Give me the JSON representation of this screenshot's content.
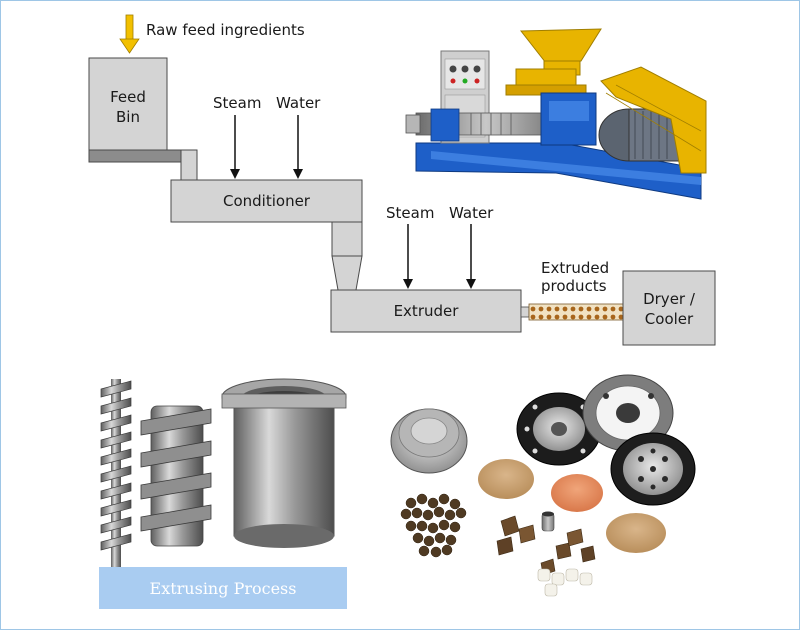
{
  "diagram": {
    "raw_feed_label": "Raw feed ingredients",
    "feed_bin_label": "Feed\nBin",
    "steam_label_1": "Steam",
    "water_label_1": "Water",
    "conditioner_label": "Conditioner",
    "steam_label_2": "Steam",
    "water_label_2": "Water",
    "extruder_label": "Extruder",
    "extruded_products_label": "Extruded\nproducts",
    "dryer_cooler_label": "Dryer /\nCooler"
  },
  "caption": {
    "text": "Extrusing Process"
  },
  "colors": {
    "box_fill": "#d4d4d4",
    "box_stroke": "#4a4a4a",
    "arrow_yellow": "#f2c000",
    "machine_blue": "#1e5fc8",
    "machine_yellow": "#e8b400",
    "caption_bg": "#a9ccf1",
    "border": "#9ec6e6"
  }
}
